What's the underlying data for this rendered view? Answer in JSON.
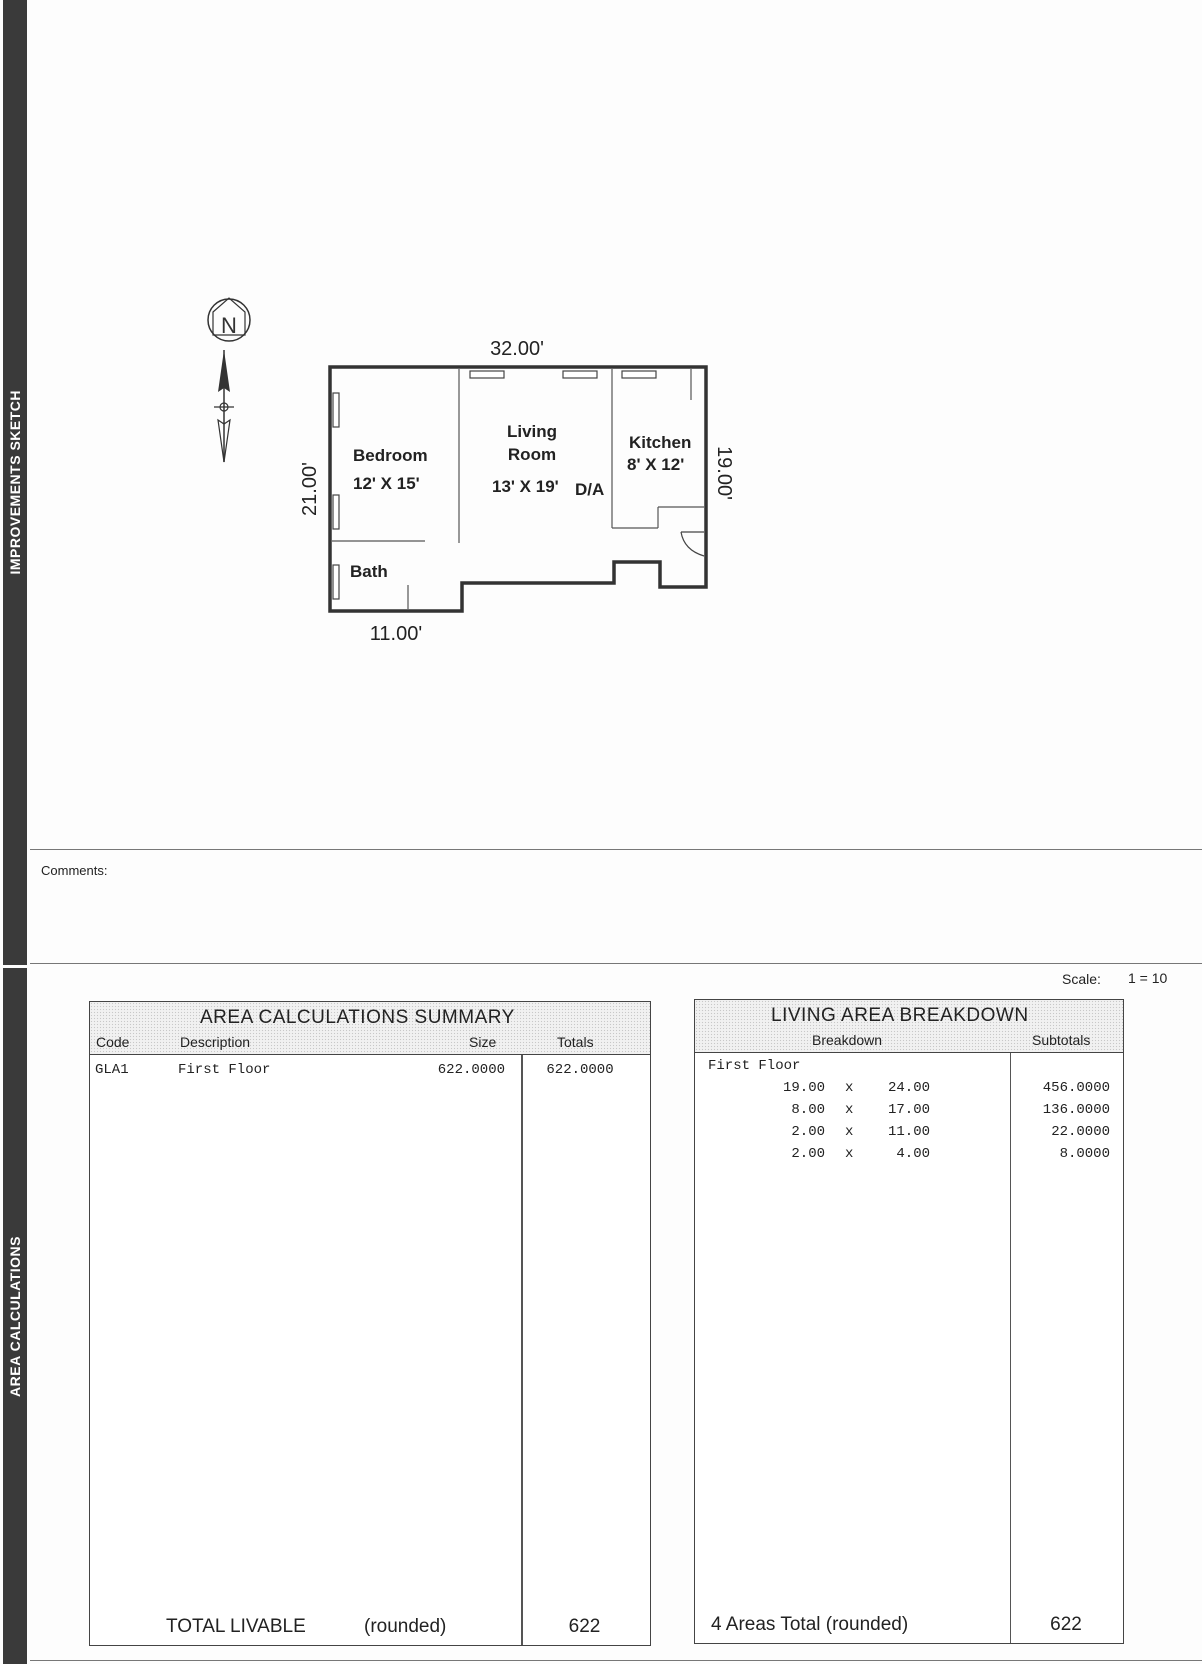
{
  "side_bands": {
    "sketch": "IMPROVEMENTS SKETCH",
    "area": "AREA CALCULATIONS"
  },
  "sketch": {
    "compass_letter": "N",
    "dimensions": {
      "top": "32.00'",
      "left": "21.00'",
      "right": "19.00'",
      "bottom": "11.00'"
    },
    "rooms": {
      "bedroom_name": "Bedroom",
      "bedroom_size": "12' X 15'",
      "living_name_1": "Living",
      "living_name_2": "Room",
      "living_size": "13' X 19'",
      "dining_area": "D/A",
      "kitchen_name": "Kitchen",
      "kitchen_size": "8' X 12'",
      "bath_name": "Bath"
    }
  },
  "comments": {
    "label": "Comments:"
  },
  "scale": {
    "label": "Scale:",
    "value": "1 = 10"
  },
  "area_summary": {
    "title": "AREA CALCULATIONS SUMMARY",
    "columns": {
      "code": "Code",
      "description": "Description",
      "size": "Size",
      "totals": "Totals"
    },
    "rows": [
      {
        "code": "GLA1",
        "description": "First Floor",
        "size": "622.0000",
        "total": "622.0000"
      }
    ],
    "total_label": "TOTAL LIVABLE",
    "total_note": "(rounded)",
    "total_value": "622"
  },
  "living_breakdown": {
    "title": "LIVING AREA BREAKDOWN",
    "columns": {
      "breakdown": "Breakdown",
      "subtotals": "Subtotals"
    },
    "group_label": "First Floor",
    "rows": [
      {
        "a": "19.00",
        "x": "x",
        "b": "24.00",
        "subtotal": "456.0000"
      },
      {
        "a": "8.00",
        "x": "x",
        "b": "17.00",
        "subtotal": "136.0000"
      },
      {
        "a": "2.00",
        "x": "x",
        "b": "11.00",
        "subtotal": "22.0000"
      },
      {
        "a": "2.00",
        "x": "x",
        "b": "4.00",
        "subtotal": "8.0000"
      }
    ],
    "total_label": "4 Areas Total (rounded)",
    "total_value": "622"
  }
}
